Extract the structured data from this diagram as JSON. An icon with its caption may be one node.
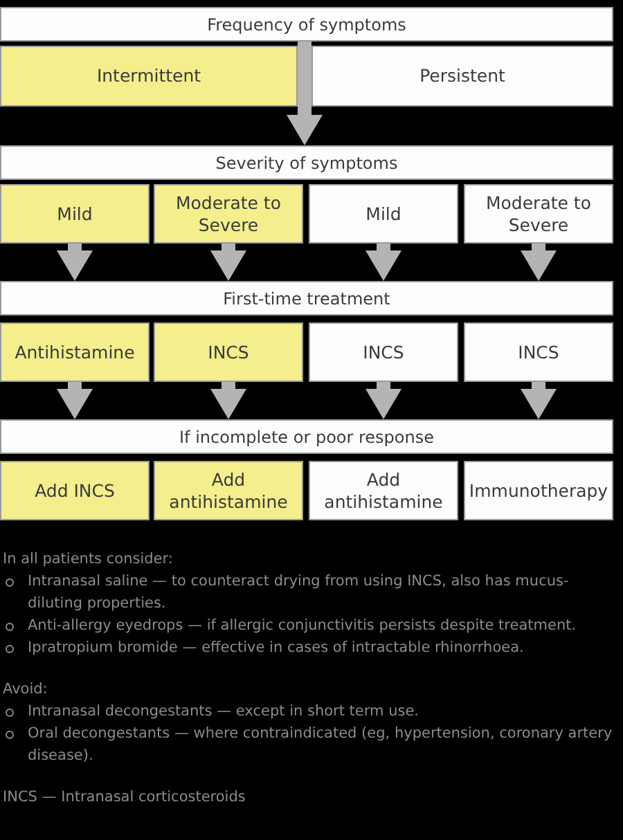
{
  "diagram": {
    "nodes": [
      {
        "text": [
          "Frequency of symptoms"
        ]
      },
      {
        "text": [
          "Intermittent"
        ]
      },
      {
        "text": [
          "Persistent"
        ]
      },
      {
        "text": [
          "Severity of symptoms"
        ]
      },
      {
        "text": [
          "Mild"
        ]
      },
      {
        "text": [
          "Moderate to Severe"
        ]
      },
      {
        "text": [
          "Mild"
        ]
      },
      {
        "text": [
          "Moderate to Severe"
        ]
      },
      {
        "text": [
          "First-time treatment"
        ]
      },
      {
        "text": [
          "Antihistamine"
        ]
      },
      {
        "text": [
          "INCS"
        ]
      },
      {
        "text": [
          "INCS"
        ]
      },
      {
        "text": [
          "INCS"
        ]
      },
      {
        "text": [
          "If incomplete or poor response"
        ]
      },
      {
        "text": [
          "Add INCS"
        ]
      },
      {
        "text": [
          "Add antihistamine"
        ]
      },
      {
        "text": [
          "Add antihistamine"
        ]
      },
      {
        "text": [
          "Immunotherapy"
        ]
      }
    ],
    "edges": [
      {
        "from": 0,
        "to": 3,
        "arrow": "to"
      },
      {
        "from": 4,
        "to": 8,
        "arrow": "to"
      },
      {
        "from": 5,
        "to": 8,
        "arrow": "to"
      },
      {
        "from": 6,
        "to": 8,
        "arrow": "to"
      },
      {
        "from": 7,
        "to": 8,
        "arrow": "to"
      },
      {
        "from": 9,
        "to": 13,
        "arrow": "to"
      },
      {
        "from": 10,
        "to": 13,
        "arrow": "to"
      },
      {
        "from": 11,
        "to": 13,
        "arrow": "to"
      },
      {
        "from": 12,
        "to": 13,
        "arrow": "to"
      }
    ],
    "labels": [
      "In all patients consider:",
      "Intranasal saline — to counteract drying from using INCS, also has mucus-diluting properties.",
      "Anti-allergy eyedrops — if allergic conjunctivitis persists despite treatment.",
      "Ipratropium bromide — effective in cases of intractable rhinorrhoea.",
      "Avoid:",
      "Intranasal decongestants — except in short term use.",
      "Oral decongestants — where contraindicated (eg, hypertension, coronary artery disease).",
      "INCS — Intranasal corticosteroids"
    ]
  }
}
